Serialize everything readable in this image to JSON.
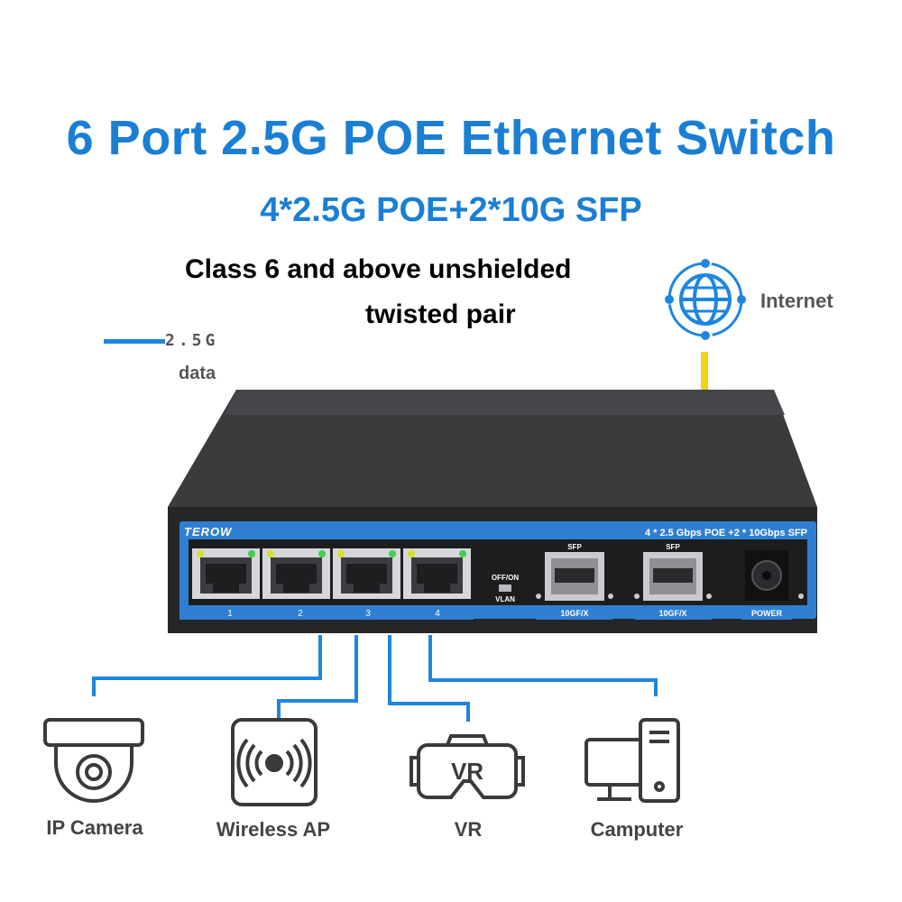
{
  "header": {
    "title": "6 Port 2.5G POE Ethernet Switch",
    "subtitle": "4*2.5G POE+2*10G SFP"
  },
  "cable": {
    "line1": "Class 6 and above unshielded",
    "line2": "twisted pair"
  },
  "legend": {
    "speed": "2.5G",
    "type": "data"
  },
  "internet": {
    "label": "Internet"
  },
  "switch": {
    "brand": "TEROW",
    "spec": "4 * 2.5 Gbps POE  +2 * 10Gbps SFP",
    "ports": [
      "1",
      "2",
      "3",
      "4"
    ],
    "sfp_top": [
      "SFP",
      "SFP"
    ],
    "sfp_bottom": [
      "10GF/X",
      "10GF/X"
    ],
    "switch_top": "OFF/ON",
    "switch_bottom": "VLAN",
    "power": "POWER"
  },
  "devices": [
    {
      "label": "IP Camera",
      "icon": "ip-camera-icon"
    },
    {
      "label": "Wireless AP",
      "icon": "wireless-ap-icon"
    },
    {
      "label": "VR",
      "icon": "vr-headset-icon",
      "icon_text": "VR"
    },
    {
      "label": "Camputer",
      "icon": "computer-icon"
    }
  ],
  "colors": {
    "accent": "#1a7fd4",
    "link": "#1d86e0",
    "uplink": "#f2d21b",
    "chassis": "#2b2c2e",
    "panel_strip": "#2f7fd1"
  }
}
